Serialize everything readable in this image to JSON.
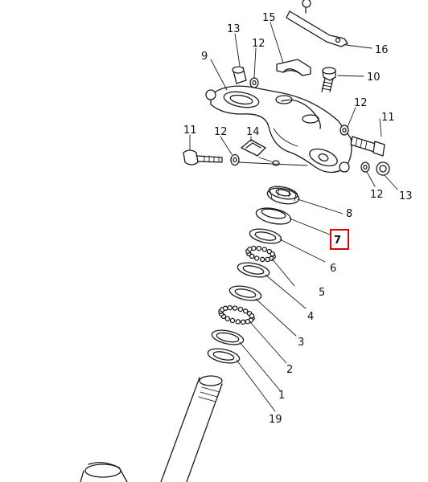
{
  "diagram": {
    "labels": {
      "p1": "1",
      "p2": "2",
      "p3": "3",
      "p4": "4",
      "p5": "5",
      "p6": "6",
      "p7": "7",
      "p8": "8",
      "p9": "9",
      "p10": "10",
      "p11_left": "11",
      "p11_right": "11",
      "p12_top": "12",
      "p12_mid": "12",
      "p12_left": "12",
      "p12_right": "12",
      "p13_top": "13",
      "p13_right": "13",
      "p14": "14",
      "p15": "15",
      "p16": "16",
      "p19": "19"
    },
    "highlight": {
      "part": "7",
      "color": "#e00000"
    },
    "ink_color": "#1a1a1a"
  }
}
